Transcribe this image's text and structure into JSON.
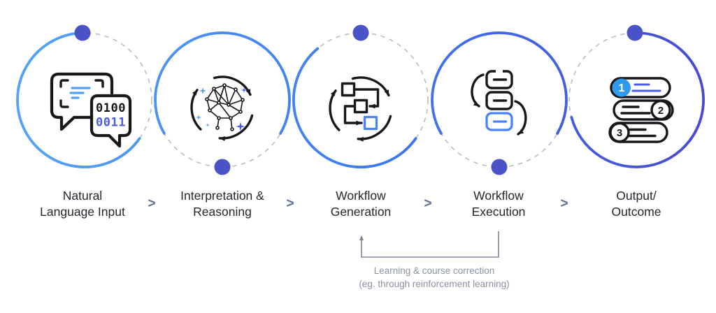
{
  "diagram": {
    "background": "#ffffff",
    "steps": [
      {
        "name": "natural-language-input",
        "label_line1": "Natural",
        "label_line2": "Language Input"
      },
      {
        "name": "interpretation-reasoning",
        "label_line1": "Interpretation &",
        "label_line2": "Reasoning"
      },
      {
        "name": "workflow-generation",
        "label_line1": "Workflow",
        "label_line2": "Generation"
      },
      {
        "name": "workflow-execution",
        "label_line1": "Workflow",
        "label_line2": "Execution"
      },
      {
        "name": "output-outcome",
        "label_line1": "Output/",
        "label_line2": "Outcome"
      }
    ],
    "connector": {
      "glyph": ">"
    },
    "feedback": {
      "line1": "Learning & course correction",
      "line2": "(eg. through reinforcement learning)"
    },
    "icon_text": {
      "binary_row1": "0100",
      "binary_row2": "0011",
      "pill_1": "1",
      "pill_2": "2",
      "pill_3": "3"
    },
    "colors": {
      "wave_start": "#55A5F8",
      "wave_mid": "#3E7BF2",
      "wave_end": "#4649D2",
      "dot": "#4A53C6",
      "dashed": "#B5B9C0",
      "icon_line": "#17171C",
      "blue_light": "#54A0F6",
      "blue_mid": "#4B82F7",
      "blue_indigo": "#4A5CE3",
      "pill_badge_fill": "#2E9BF0",
      "label_text": "#26262E",
      "chevron": "#5D7190",
      "feedback_line": "#7D8598",
      "feedback_text": "#8B91A3"
    }
  }
}
